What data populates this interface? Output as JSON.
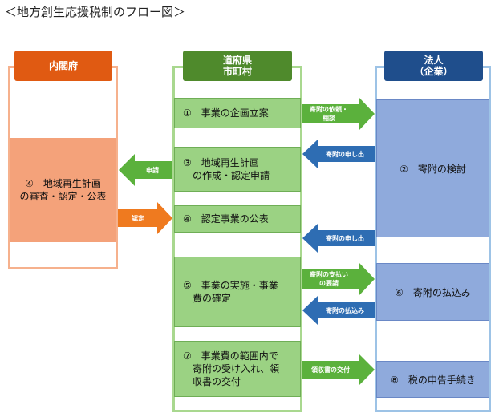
{
  "title": "＜地方創生応援税制のフロー図＞",
  "columns": {
    "cabinet": {
      "header": "内閣府"
    },
    "local": {
      "header_line1": "道府県",
      "header_line2": "市町村"
    },
    "corp": {
      "header_line1": "法人",
      "header_line2": "（企業）"
    }
  },
  "cabinet_box": {
    "line1": "④　地域再生計画",
    "line2": "の審査・認定・公表"
  },
  "local_steps": [
    {
      "lines": [
        "①　事業の企画立案"
      ]
    },
    {
      "lines": [
        "③　地域再生計画",
        "　の作成・認定申請"
      ]
    },
    {
      "lines": [
        "④　認定事業の公表"
      ]
    },
    {
      "lines": [
        "⑤　事業の実施・事業",
        "　費の確定"
      ]
    },
    {
      "lines": [
        "⑦　事業費の範囲内で",
        "　寄附の受け入れ、領",
        "　収書の交付"
      ]
    }
  ],
  "corp_boxes": {
    "b2": "②　寄附の検討",
    "b6": "⑥　寄附の払込み",
    "b8": "⑧　税の申告手続き"
  },
  "arrows": {
    "consult": [
      "寄附の依頼・",
      "相談"
    ],
    "offer1": "寄附の申し出",
    "apply": "申請",
    "approve": "認定",
    "offer2": "寄附の申し出",
    "payreq": [
      "寄附の支払い",
      "の要請"
    ],
    "pay": "寄附の払込み",
    "receipt": "領収書の交付"
  },
  "colors": {
    "orange_header": "#e05a12",
    "orange_frame": "#f6b18d",
    "orange_box": "#f4a27a",
    "green_header": "#4f8a2c",
    "green_frame": "#a9d88f",
    "green_box": "#9bd283",
    "blue_header": "#1f4e8c",
    "blue_frame": "#9dc3e6",
    "blue_box": "#8faadc"
  }
}
